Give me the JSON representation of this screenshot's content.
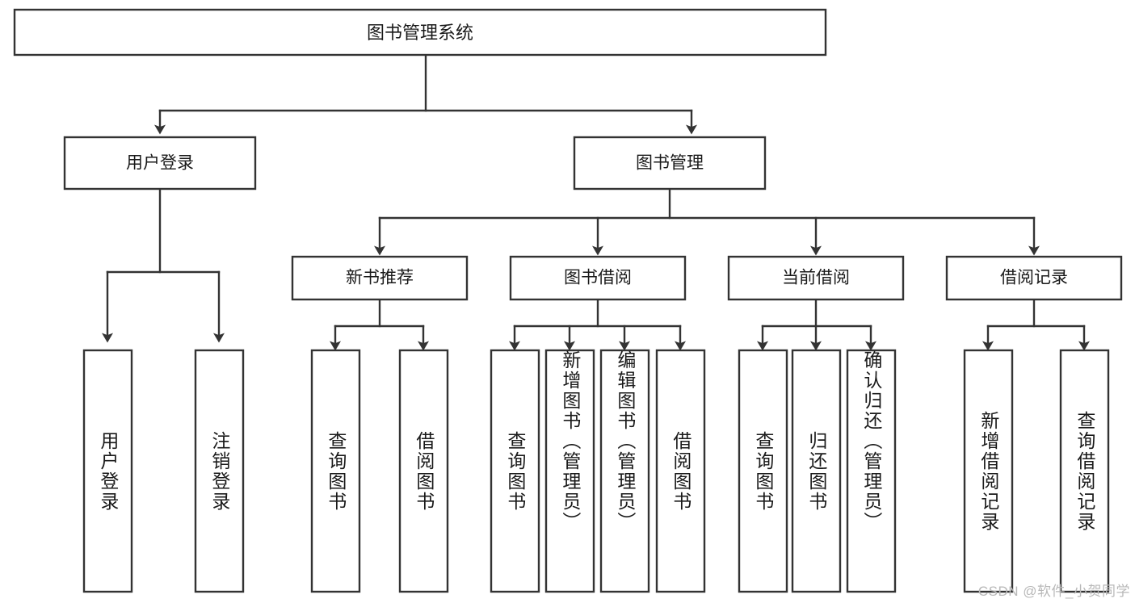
{
  "diagram": {
    "type": "tree",
    "title": "图书管理系统",
    "levels": 4,
    "root": {
      "label": "图书管理系统"
    },
    "level2": [
      {
        "label": "用户登录"
      },
      {
        "label": "图书管理"
      }
    ],
    "level3": [
      {
        "label": "新书推荐"
      },
      {
        "label": "图书借阅"
      },
      {
        "label": "当前借阅"
      },
      {
        "label": "借阅记录"
      }
    ],
    "leaves": {
      "user_login": [
        {
          "label": "用户登录"
        },
        {
          "label": "注销登录"
        }
      ],
      "new_book_recommend": [
        {
          "label": "查询图书"
        },
        {
          "label": "借阅图书"
        }
      ],
      "book_borrow": [
        {
          "label": "查询图书"
        },
        {
          "label": "新增图书（管理员）"
        },
        {
          "label": "编辑图书（管理员）"
        },
        {
          "label": "借阅图书"
        }
      ],
      "current_borrow": [
        {
          "label": "查询图书"
        },
        {
          "label": "归还图书"
        },
        {
          "label": "确认归还（管理员）"
        }
      ],
      "borrow_record": [
        {
          "label": "新增借阅记录"
        },
        {
          "label": "查询借阅记录"
        }
      ]
    }
  },
  "watermark": {
    "text": "CSDN @软件_小贺同学"
  },
  "colors": {
    "box_stroke": "#333333",
    "box_fill": "#ffffff",
    "text": "#1a1a1a",
    "watermark": "#b8b8b8",
    "background": "#ffffff"
  }
}
